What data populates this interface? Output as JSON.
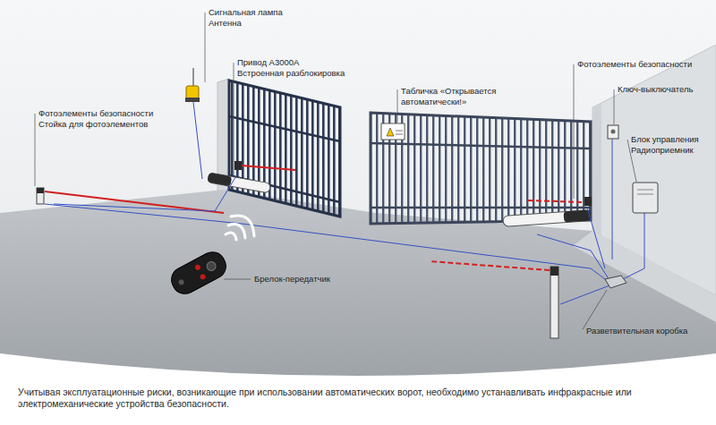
{
  "diagram": {
    "caption": "Учитывая эксплуатационные риски, возникающие при использовании автоматических ворот, необходимо устанавливать инфракрасные или электромеханические устройства безопасности.",
    "labels": [
      "Сигнальная лампа",
      "Антенна",
      "Привод А3000А",
      "Встроенная разблокировка",
      "Табличка «Открывается автоматически!»",
      "Фотоэлементы безопасности",
      "Ключ-выключатель",
      "Блок управления",
      "Радиоприемник",
      "Фотоэлементы безопасности",
      "Стойка для фотоэлементов",
      "Брелок-передатчик",
      "Разветвительная коробка"
    ]
  }
}
